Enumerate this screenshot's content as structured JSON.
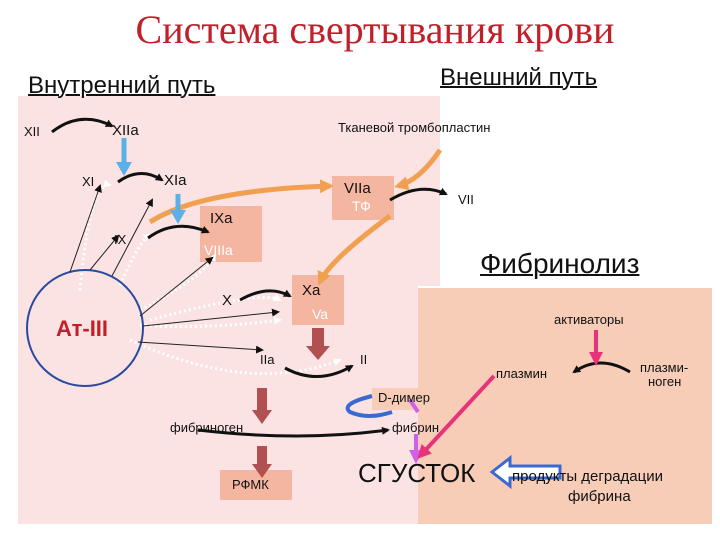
{
  "title": "Система свертывания крови",
  "intrinsic_heading": "Внутренний путь",
  "extrinsic_heading": "Внешний путь",
  "fibrinolysis_heading": "Фибринолиз",
  "factors": {
    "xii": "XII",
    "xiia": "XIIa",
    "tissue_thromboplastin": "Тканевой тромбопластин",
    "xi": "XI",
    "xia": "XIa",
    "viia": "VIIa",
    "tf": "ТФ",
    "vii": "VII",
    "ixa": "IXa",
    "ix": "IX",
    "viiia": "VIIIa",
    "x": "X",
    "xa": "Xa",
    "va": "Va",
    "iia": "IIa",
    "ii": "II",
    "fibrinogen": "фибриноген",
    "fibrin": "фибрин",
    "rfmk": "РФМК",
    "clot": "СГУСТОК",
    "d_dimer": "D-димер"
  },
  "anticoagulant": "Ат-III",
  "fibrinolysis": {
    "activators": "активаторы",
    "plasmin": "плазмин",
    "plasminogen_line1": "плазми-",
    "plasminogen_line2": "ноген",
    "degradation_line1": "продукты деградации",
    "degradation_line2": "фибрина"
  },
  "colors": {
    "title": "#c0202a",
    "intrinsic_bg": "#fbe3e3",
    "fibrinolysis_bg": "#f8cdb8",
    "factor_box": "#f4b6a0",
    "orange_arrow": "#f0a050",
    "blue_arrow": "#5bb0ea",
    "brown_arrow": "#b05050",
    "magenta_arrow": "#e8337a",
    "violet_arrow": "#d060e8"
  }
}
